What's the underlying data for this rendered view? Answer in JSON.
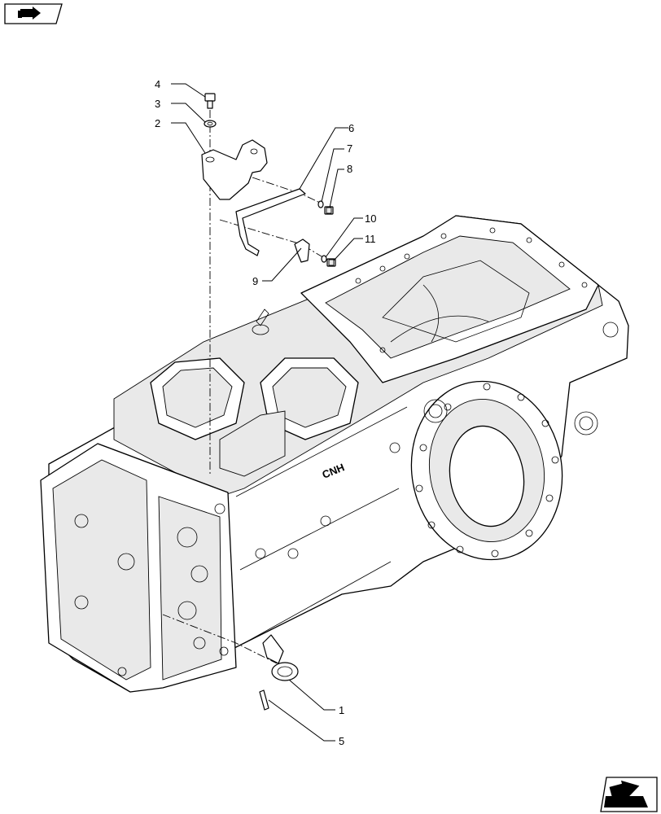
{
  "diagram": {
    "callouts": [
      "1",
      "2",
      "3",
      "4",
      "5",
      "6",
      "7",
      "8",
      "9",
      "10",
      "11"
    ],
    "casting_marking": "CNH"
  },
  "navigation": {
    "top_left_icon": "book-arrow-icon",
    "bottom_right_icon": "next-page-arrow-icon"
  }
}
